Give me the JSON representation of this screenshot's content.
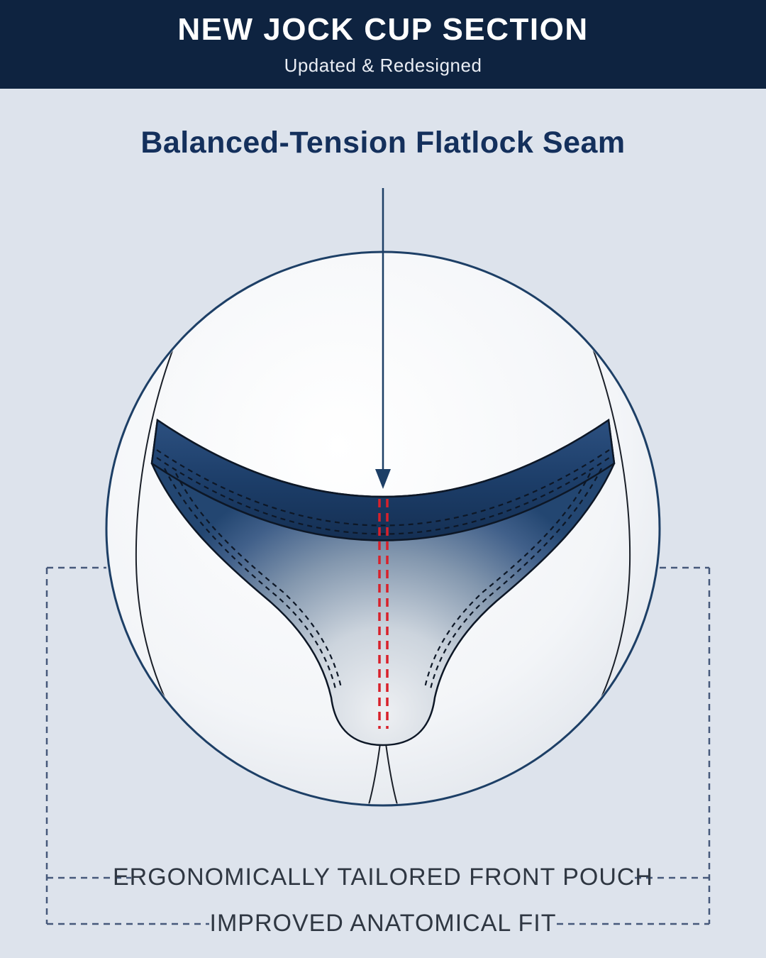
{
  "header": {
    "title": "NEW JOCK CUP SECTION",
    "subtitle": "Updated & Redesigned"
  },
  "diagram": {
    "title": "Balanced-Tension Flatlock Seam",
    "caption_pouch": "ERGONOMICALLY TAILORED FRONT POUCH",
    "caption_fit": "IMPROVED ANATOMICAL FIT"
  },
  "colors": {
    "header_bg": "#0e2340",
    "page_bg": "#dde3ec",
    "title_navy": "#14305c",
    "outline_navy": "#1d3f66",
    "waistband_navy": "#1c3d68",
    "seam_red": "#d8212b",
    "stitch_black": "#0d1726",
    "bracket_dash": "#46597a",
    "caption_text": "#2f3742"
  }
}
